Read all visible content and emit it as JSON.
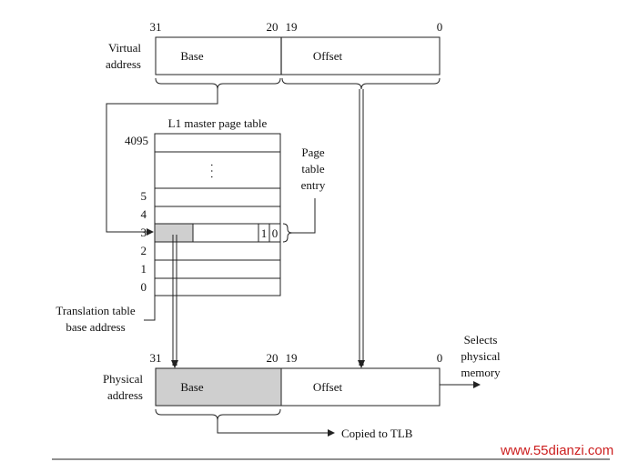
{
  "virtual_address": {
    "label_line1": "Virtual",
    "label_line2": "address",
    "bit_31": "31",
    "bit_20": "20",
    "bit_19": "19",
    "bit_0": "0",
    "base": "Base",
    "offset": "Offset"
  },
  "page_table": {
    "title": "L1 master page table",
    "index_top": "4095",
    "ellipsis": ". . .",
    "rows": [
      "5",
      "4",
      "3",
      "2",
      "1",
      "0"
    ],
    "entry_bit_1": "1",
    "entry_bit_0": "0",
    "entry_label_line1": "Page",
    "entry_label_line2": "table",
    "entry_label_line3": "entry"
  },
  "translation_base": {
    "line1": "Translation table",
    "line2": "base address"
  },
  "physical_address": {
    "label_line1": "Physical",
    "label_line2": "address",
    "bit_31": "31",
    "bit_20": "20",
    "bit_19": "19",
    "bit_0": "0",
    "base": "Base",
    "offset": "Offset",
    "colors": {
      "base_fill": "#cfcfcf"
    }
  },
  "selects": {
    "line1": "Selects",
    "line2": "physical",
    "line3": "memory"
  },
  "copied_to_tlb": "Copied to TLB",
  "watermark": "www.55dianzi.com"
}
